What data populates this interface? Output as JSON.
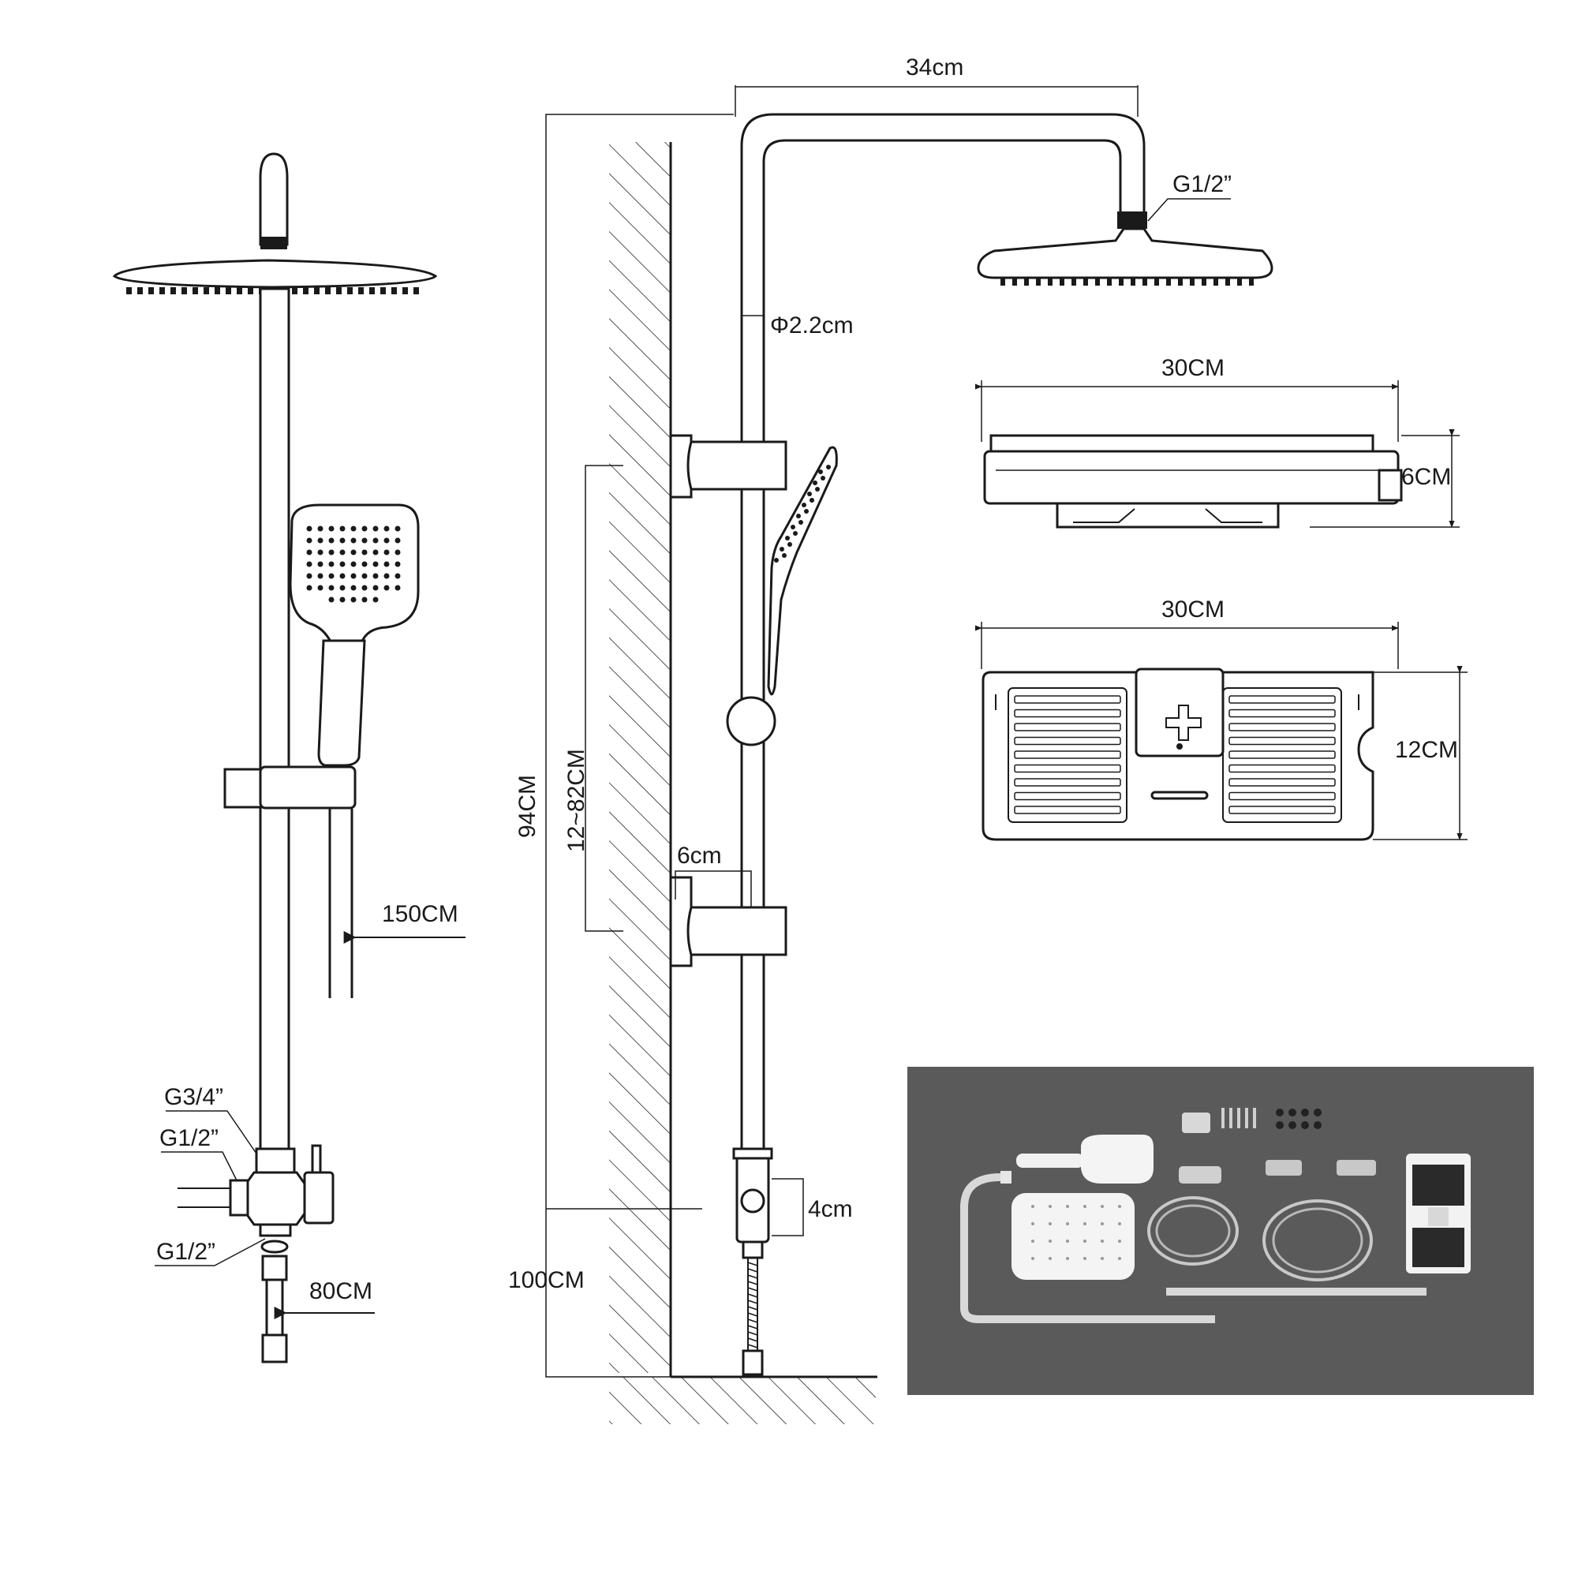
{
  "labels": {
    "arm_width": "34cm",
    "head_thread": "G1/2”",
    "pipe_diameter": "Φ2.2cm",
    "shelf_width_side": "30CM",
    "shelf_height_side": "6CM",
    "shelf_width_top": "30CM",
    "shelf_depth_top": "12CM",
    "total_height": "94CM",
    "slide_range": "12~82CM",
    "bracket_offset": "6cm",
    "base_height": "100CM",
    "outlet_height": "4cm",
    "hose_length": "150CM",
    "inlet_hose_length": "80CM",
    "diverter_thread_top": "G3/4”",
    "diverter_thread_side": "G1/2”",
    "diverter_thread_bottom": "G1/2”"
  },
  "colors": {
    "line": "#1a1a1a",
    "photo_bg": "#5a5a5a",
    "chrome": "#d8d8d8",
    "white_part": "#f4f4f4"
  },
  "photo": {
    "icon": "parts-kit-photo"
  }
}
